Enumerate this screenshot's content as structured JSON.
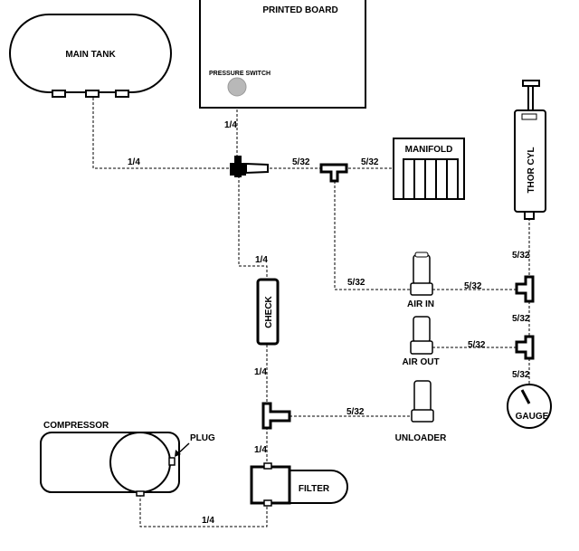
{
  "components": {
    "main_tank": "MAIN TANK",
    "printed_board": "PRINTED BOARD",
    "pressure_switch": "PRESSURE SWITCH",
    "manifold": "MANIFOLD",
    "thor_cyl": "THOR CYL",
    "check": "CHECK",
    "air_in": "AIR IN",
    "air_out": "AIR OUT",
    "unloader": "UNLOADER",
    "gauge": "GAUGE",
    "compressor": "COMPRESSOR",
    "plug": "PLUG",
    "filter": "FILTER"
  },
  "lines": {
    "tank_to_tee": "1/4",
    "switch_to_tee": "1/4",
    "tee_to_t2": "5/32",
    "t2_to_manifold": "5/32",
    "tee_to_check": "1/4",
    "t2_to_air_in": "5/32",
    "air_in_to_right_tee": "5/32",
    "air_out_to_right_tee": "5/32",
    "cyl_to_tee": "5/32",
    "tee_to_tee": "5/32",
    "tee_to_gauge": "5/32",
    "check_to_tee": "1/4",
    "tee_to_unloader": "5/32",
    "tee_to_filter": "1/4",
    "compressor_to_filter": "1/4"
  }
}
